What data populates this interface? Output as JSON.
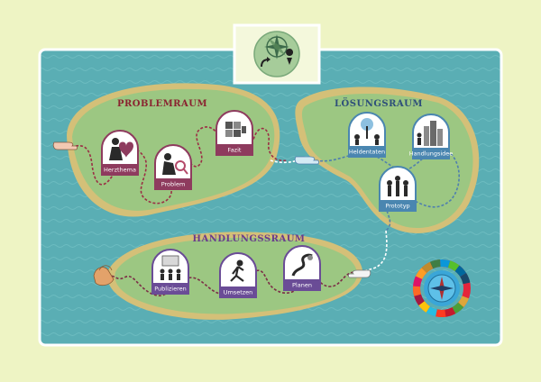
{
  "colors": {
    "background": "#eef4c4",
    "sea": "#5aaeb4",
    "island": "#9cc782",
    "beach": "#d4c078",
    "problem": "#8e3b5e",
    "solution": "#4a86b0",
    "action": "#6a4c96",
    "path_problem": "#9b2f45",
    "path_solution": "#4f7fae",
    "path_action": "#7c2d46"
  },
  "header": {
    "icon": "compass-rose-icon"
  },
  "regions": {
    "problem": {
      "title": "PROBLEMRAUM",
      "stations": [
        {
          "label": "Herzthema",
          "icon": "heart-person-icon"
        },
        {
          "label": "Problem",
          "icon": "thinker-magnifier-icon"
        },
        {
          "label": "Fazit",
          "icon": "puzzle-icon"
        }
      ]
    },
    "solution": {
      "title": "LÖSUNGSRAUM",
      "stations": [
        {
          "label": "Heldentaten",
          "icon": "hero-tree-icon"
        },
        {
          "label": "Handlungsidee",
          "icon": "city-people-icon"
        },
        {
          "label": "Prototyp",
          "icon": "people-group-icon"
        }
      ]
    },
    "action": {
      "title": "HANDLUNGSSRAUM",
      "stations": [
        {
          "label": "Publizieren",
          "icon": "people-screen-icon"
        },
        {
          "label": "Umsetzen",
          "icon": "runner-icon"
        },
        {
          "label": "Planen",
          "icon": "road-plan-icon"
        }
      ]
    }
  },
  "decorations": {
    "start": "pointing-hand-icon",
    "end": "clapping-hands-icon",
    "sdg": "sdg-wheel-icon"
  }
}
